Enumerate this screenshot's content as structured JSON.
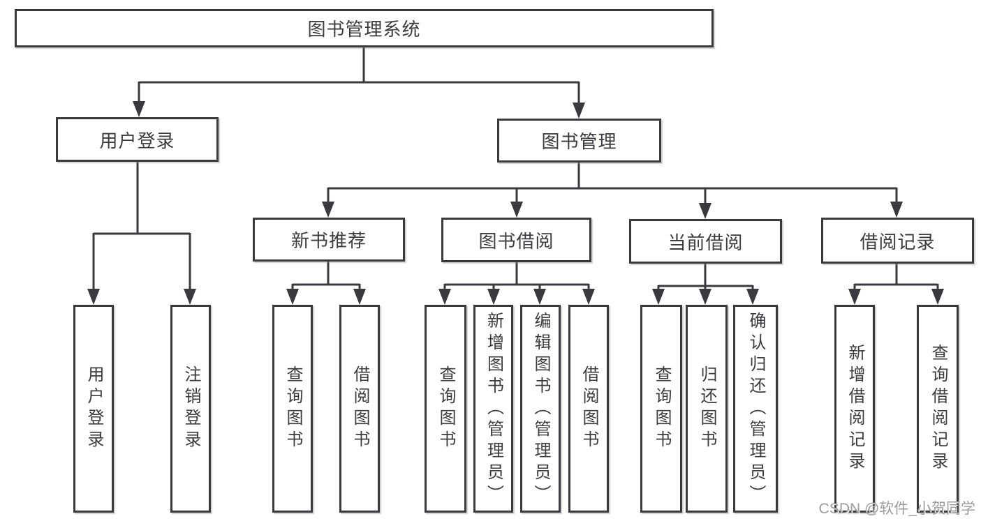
{
  "tree": {
    "label": "图书管理系统",
    "children": [
      {
        "label": "用户登录",
        "children": [
          {
            "label": "用户登录"
          },
          {
            "label": "注销登录"
          }
        ]
      },
      {
        "label": "图书管理",
        "children": [
          {
            "label": "新书推荐",
            "children": [
              {
                "label": "查询图书"
              },
              {
                "label": "借阅图书"
              }
            ]
          },
          {
            "label": "图书借阅",
            "children": [
              {
                "label": "查询图书"
              },
              {
                "label": "新增图书（管理员）"
              },
              {
                "label": "编辑图书（管理员）"
              },
              {
                "label": "借阅图书"
              }
            ]
          },
          {
            "label": "当前借阅",
            "children": [
              {
                "label": "查询图书"
              },
              {
                "label": "归还图书"
              },
              {
                "label": "确认归还（管理员）"
              }
            ]
          },
          {
            "label": "借阅记录",
            "children": [
              {
                "label": "新增借阅记录"
              },
              {
                "label": "查询借阅记录"
              }
            ]
          }
        ]
      }
    ]
  },
  "watermark": {
    "text": "CSDN @软件_小贺同学"
  },
  "colors": {
    "line": "#3a3a3e",
    "box_border": "#3a3a3e",
    "text": "#3c3c40",
    "watermark": "#9b9ba0",
    "background": "#ffffff"
  }
}
